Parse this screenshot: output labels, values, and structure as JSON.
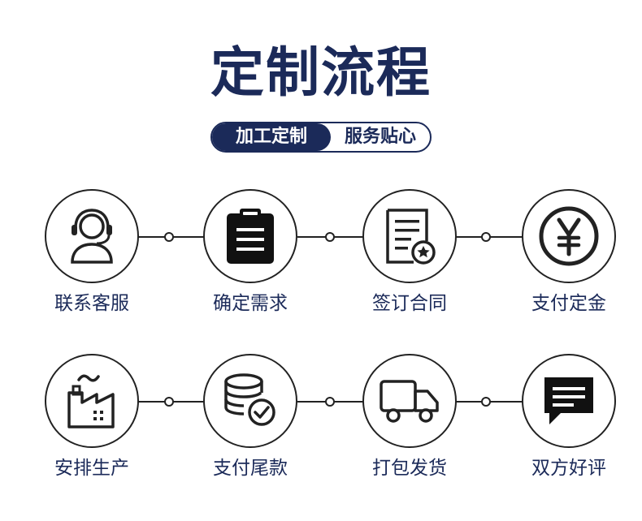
{
  "title": "定制流程",
  "badge": {
    "left": "加工定制",
    "right": "服务贴心"
  },
  "steps": [
    {
      "label": "联系客服",
      "icon": "customer-service-icon"
    },
    {
      "label": "确定需求",
      "icon": "clipboard-icon"
    },
    {
      "label": "签订合同",
      "icon": "contract-icon"
    },
    {
      "label": "支付定金",
      "icon": "yen-coin-icon"
    },
    {
      "label": "安排生产",
      "icon": "factory-icon"
    },
    {
      "label": "支付尾款",
      "icon": "coins-check-icon"
    },
    {
      "label": "打包发货",
      "icon": "truck-icon"
    },
    {
      "label": "双方好评",
      "icon": "chat-bubble-icon"
    }
  ],
  "colors": {
    "brand": "#1b2a59",
    "line": "#222222"
  }
}
